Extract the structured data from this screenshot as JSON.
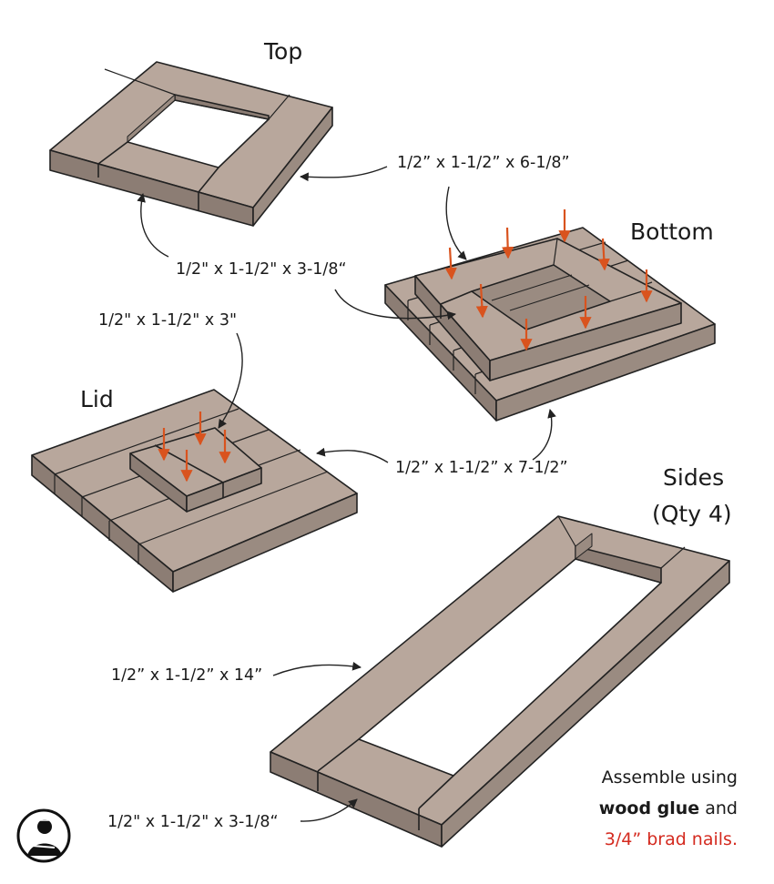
{
  "titles": {
    "top": "Top",
    "bottom": "Bottom",
    "lid": "Lid",
    "sides": "Sides",
    "sides_qty": "(Qty 4)"
  },
  "dimensions": {
    "top_long": "1/2” x 1-1/2” x 6-1/8”",
    "top_short": "1/2\" x 1-1/2\" x 3-1/8“",
    "lid_block": "1/2\" x 1-1/2\" x 3\"",
    "base_slat": "1/2” x 1-1/2” x 7-1/2”",
    "side_long": "1/2” x 1-1/2” x 14”",
    "side_short": "1/2\" x 1-1/2\" x 3-1/8“"
  },
  "note": {
    "line1": "Assemble using",
    "glue": "wood glue",
    "and": " and",
    "nails": "3/4” brad nails."
  },
  "colors": {
    "wood_top": "#b8a79c",
    "wood_side": "#9a8b81",
    "wood_front": "#8c7d74",
    "outline": "#222222",
    "arrow": "#d9531e",
    "accent_red": "#d42a1f"
  }
}
